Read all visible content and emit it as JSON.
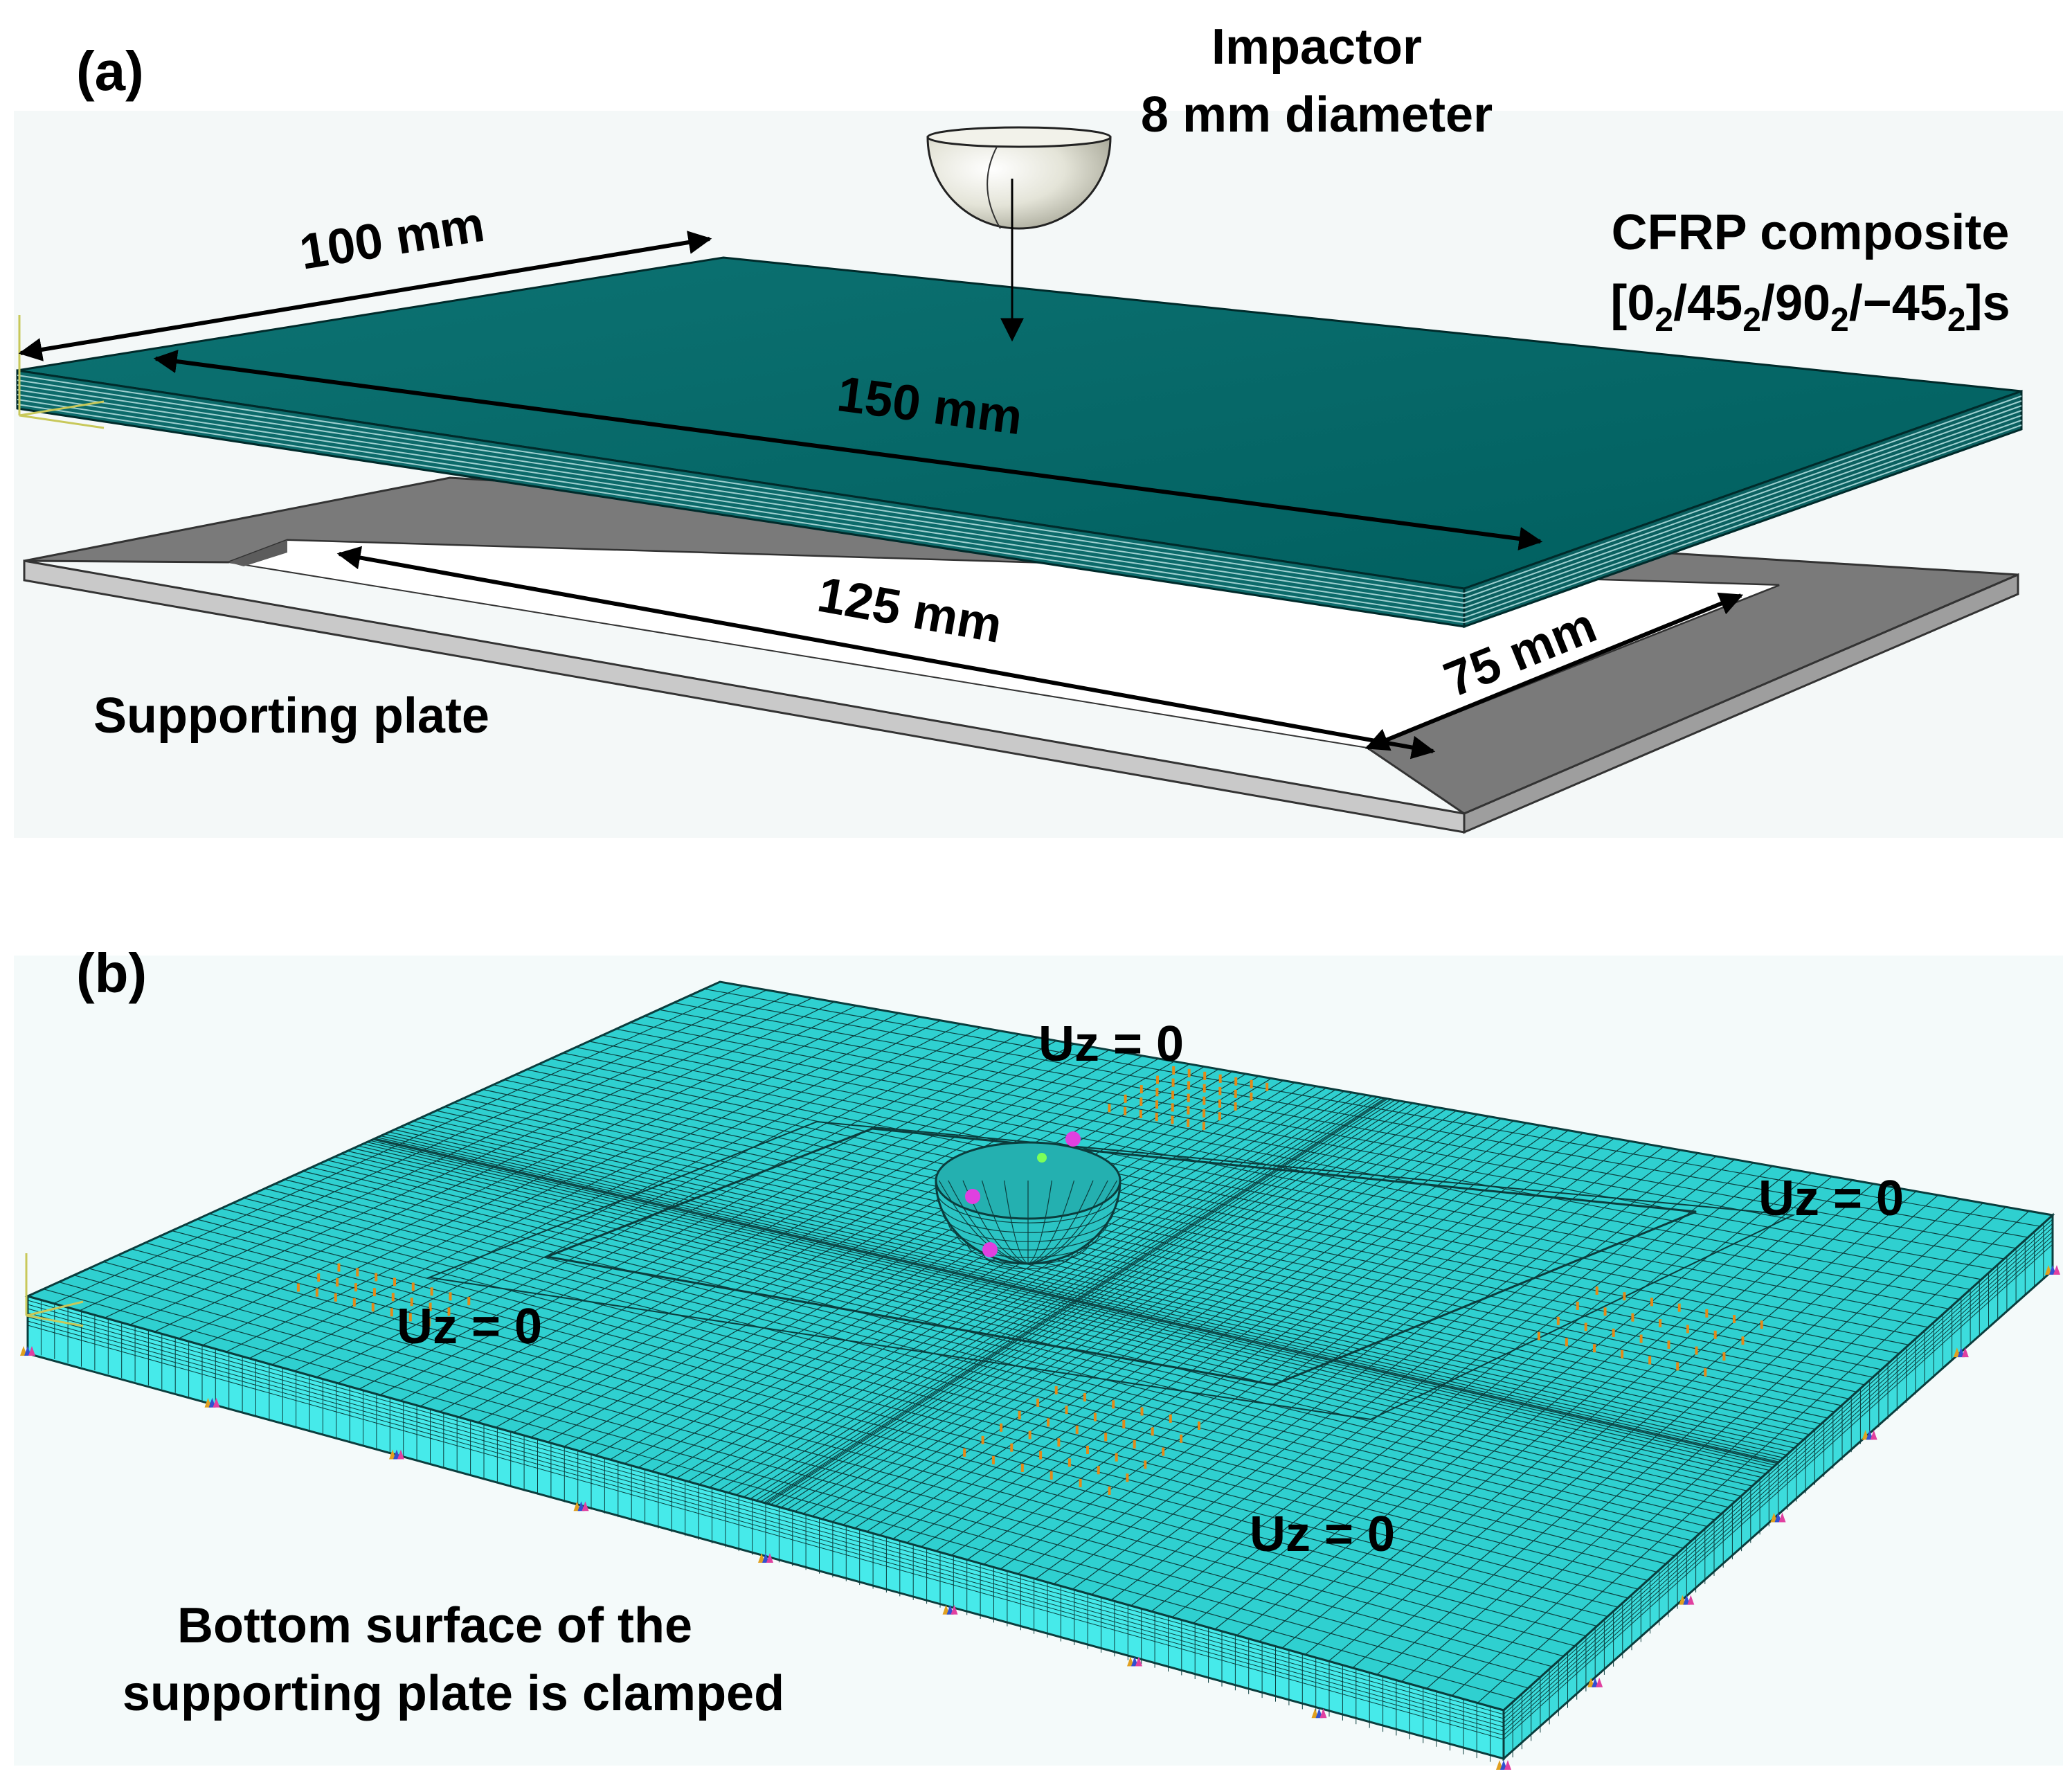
{
  "colors": {
    "panel_a_background": "#f4f8f8",
    "panel_b_background": "#f4fafa",
    "laminate_top": "#006b6b",
    "laminate_edge": "#0a6565",
    "support_top": "#7a7a7a",
    "support_edge": "#c4c4c4",
    "mesh_top": "#2fd0d0",
    "mesh_side": "#46eaea",
    "mesh_lines": "#0b3d3d",
    "impactor_shell": "#d9d9cc",
    "boundary_markers": "#e28a1a"
  },
  "panel_a": {
    "label": "(a)",
    "impactor_title": "Impactor",
    "impactor_size": "8 mm diameter",
    "composite_title": "CFRP composite",
    "layup": {
      "open_bracket": "[",
      "plies": [
        {
          "angle": "0",
          "count": "2"
        },
        {
          "angle": "45",
          "count": "2"
        },
        {
          "angle": "90",
          "count": "2"
        },
        {
          "angle": "−45",
          "count": "2"
        }
      ],
      "close": "]s"
    },
    "dim_width": "100 mm",
    "dim_length": "150 mm",
    "dim_span_length": "125 mm",
    "dim_span_width": "75 mm",
    "support_label": "Supporting plate"
  },
  "panel_b": {
    "label": "(b)",
    "bc_top": "Uz = 0",
    "bc_right": "Uz = 0",
    "bc_left": "Uz = 0",
    "bc_front": "Uz = 0",
    "clamp_note_line1": "Bottom surface of the",
    "clamp_note_line2": "supporting plate is clamped"
  }
}
